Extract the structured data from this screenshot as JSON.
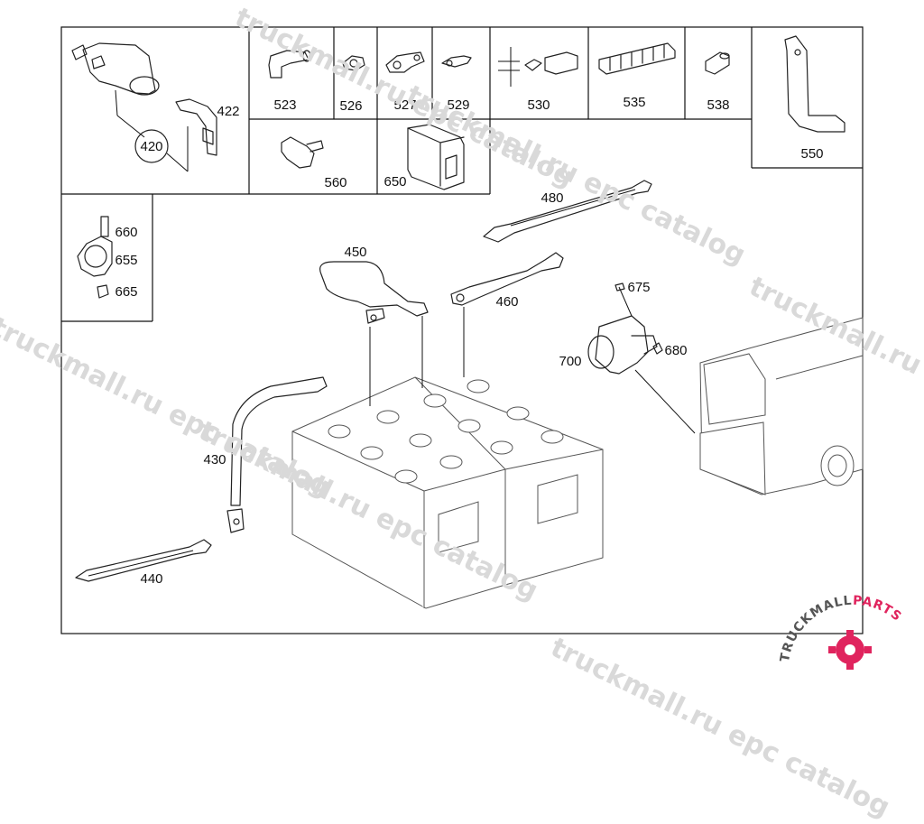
{
  "diagram": {
    "labels": {
      "p420": "420",
      "p422": "422",
      "p523": "523",
      "p526": "526",
      "p527": "527",
      "p529": "529",
      "p530": "530",
      "p535": "535",
      "p538": "538",
      "p550": "550",
      "p560": "560",
      "p650": "650",
      "p660": "660",
      "p655": "655",
      "p665": "665",
      "p480": "480",
      "p450": "450",
      "p460": "460",
      "p675": "675",
      "p680": "680",
      "p700": "700",
      "p430": "430",
      "p440": "440"
    }
  },
  "watermark": {
    "text": "truckmall.ru epc catalog",
    "color": "#d9d9d9"
  },
  "logo": {
    "text_dark": "TRUCKMALL",
    "text_accent": "PARTS",
    "accent_color": "#e0245e",
    "dark_color": "#555555"
  }
}
